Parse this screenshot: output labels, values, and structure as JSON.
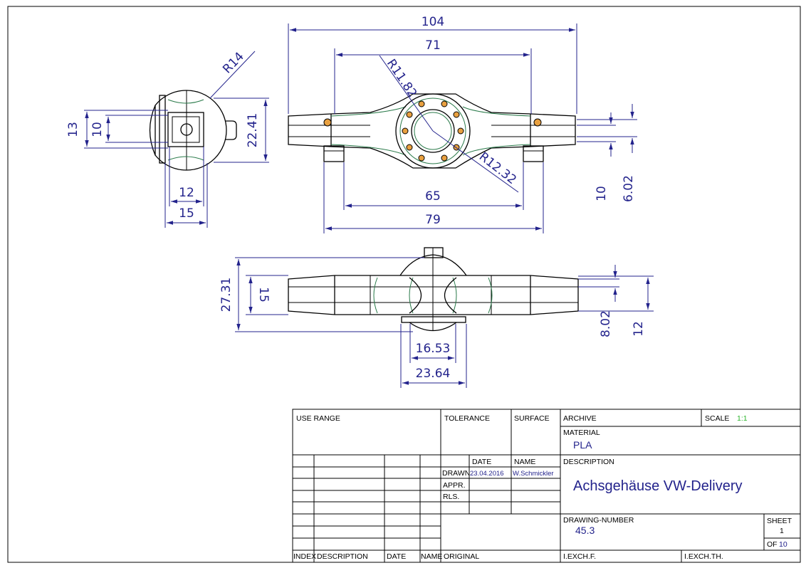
{
  "dimensions": {
    "top_width_104": "104",
    "top_width_71": "71",
    "radius_r14": "R14",
    "radius_r1182": "R11.82",
    "radius_r1232": "R12.32",
    "side_13": "13",
    "side_10": "10",
    "side_2241": "22.41",
    "side_12": "12",
    "side_15": "15",
    "bottom_65": "65",
    "bottom_79": "79",
    "right_10": "10",
    "right_602": "6.02",
    "front_2731": "27.31",
    "front_15": "15",
    "front_802": "8.02",
    "front_12": "12",
    "front_1653": "16.53",
    "front_2364": "23.64"
  },
  "title_block": {
    "use_range": "USE RANGE",
    "tolerance": "TOLERANCE",
    "surface": "SURFACE",
    "archive": "ARCHIVE",
    "scale_label": "SCALE",
    "scale_value": "1:1",
    "material_label": "MATERIAL",
    "material_value": "PLA",
    "description_label": "DESCRIPTION",
    "description_value": "Achsgehäuse VW-Delivery",
    "date_header": "DATE",
    "name_header": "NAME",
    "drawn_label": "DRAWN",
    "drawn_date": "23.04.2016",
    "drawn_name": "W.Schmickler",
    "approved_label": "APPR.",
    "released_label": "RLS.",
    "drawing_number_label": "DRAWING-NUMBER",
    "drawing_number_value": "45.3",
    "sheet_label": "SHEET",
    "sheet_value": "1",
    "of_label": "OF",
    "of_value": "10",
    "index_col": "INDEX",
    "description_col": "DESCRIPTION",
    "date_col": "DATE",
    "name_col": "NAME",
    "original": "ORIGINAL",
    "exch_f": "I.EXCH.F.",
    "exch_th": "I.EXCH.TH."
  },
  "colors": {
    "dimension": "#23238c",
    "outline": "#000000",
    "hidden_edge": "#2a7a4a",
    "scale_value": "#2db52d",
    "hole_fill": "#e8a040"
  }
}
